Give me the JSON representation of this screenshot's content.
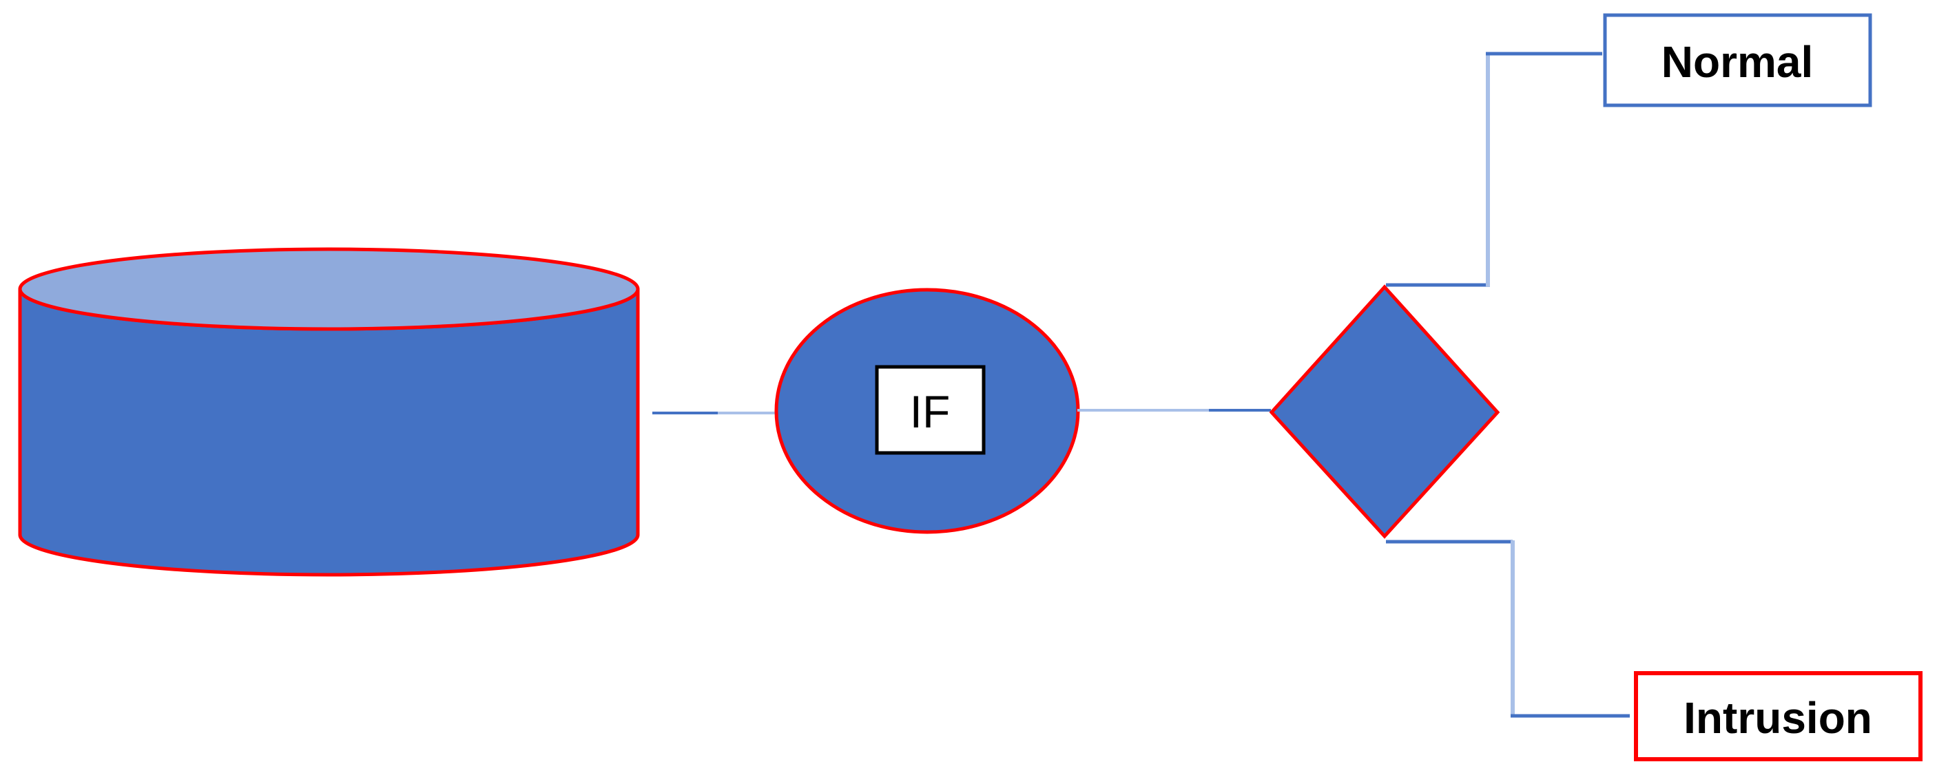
{
  "figure": {
    "description": "Flowchart: dataset cylinder feeds an IF classifier ellipse, then a decision diamond that branches to Normal or Intrusion outcomes",
    "background": "#FFFFFF",
    "nodes": {
      "dataset_cylinder": {
        "label": ""
      },
      "classifier": {
        "label": "IF"
      },
      "decision_diamond": {
        "label": ""
      },
      "outcome_normal": {
        "label": "Normal"
      },
      "outcome_intrusion": {
        "label": "Intrusion"
      }
    },
    "colors": {
      "node_fill": "#4472C4",
      "cylinder_top_fill": "#8FAADC",
      "node_stroke": "#FF0000",
      "connector_dark": "#4472C4",
      "connector_light": "#A9C0E8",
      "if_box_fill": "#FFFFFF",
      "if_box_border": "#000000",
      "normal_box_fill": "#FFFFFF",
      "normal_box_border": "#4472C4",
      "intrusion_box_fill": "#FFFFFF",
      "intrusion_box_border": "#FF0000",
      "label_text": "#000000"
    }
  }
}
